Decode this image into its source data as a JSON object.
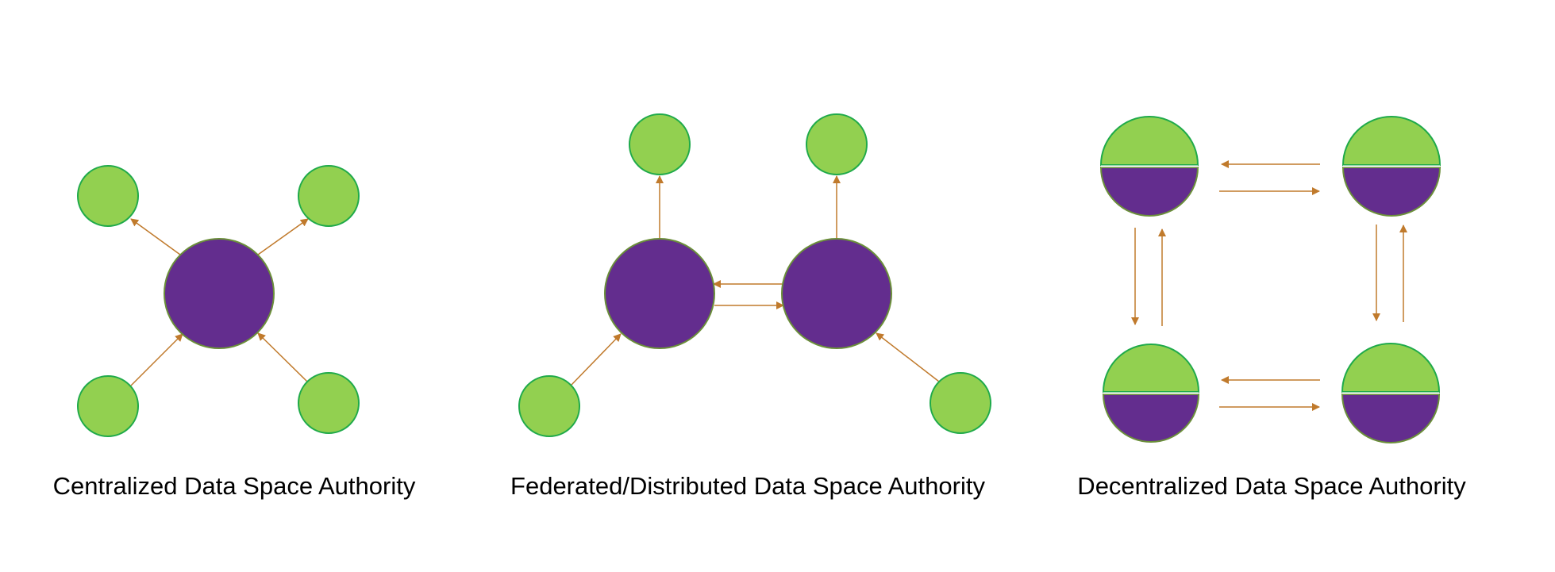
{
  "colors": {
    "authority_fill": "#632d8e",
    "authority_stroke": "#6b8f3a",
    "participant_fill": "#92d050",
    "participant_stroke": "#1faa4a",
    "arrow": "#c07a2c",
    "divider": "#ffffff"
  },
  "diagrams": {
    "centralized": {
      "caption": "Centralized Data Space Authority"
    },
    "federated": {
      "caption": "Federated/Distributed Data Space Authority"
    },
    "decentralized": {
      "caption": "Decentralized Data Space Authority"
    }
  }
}
